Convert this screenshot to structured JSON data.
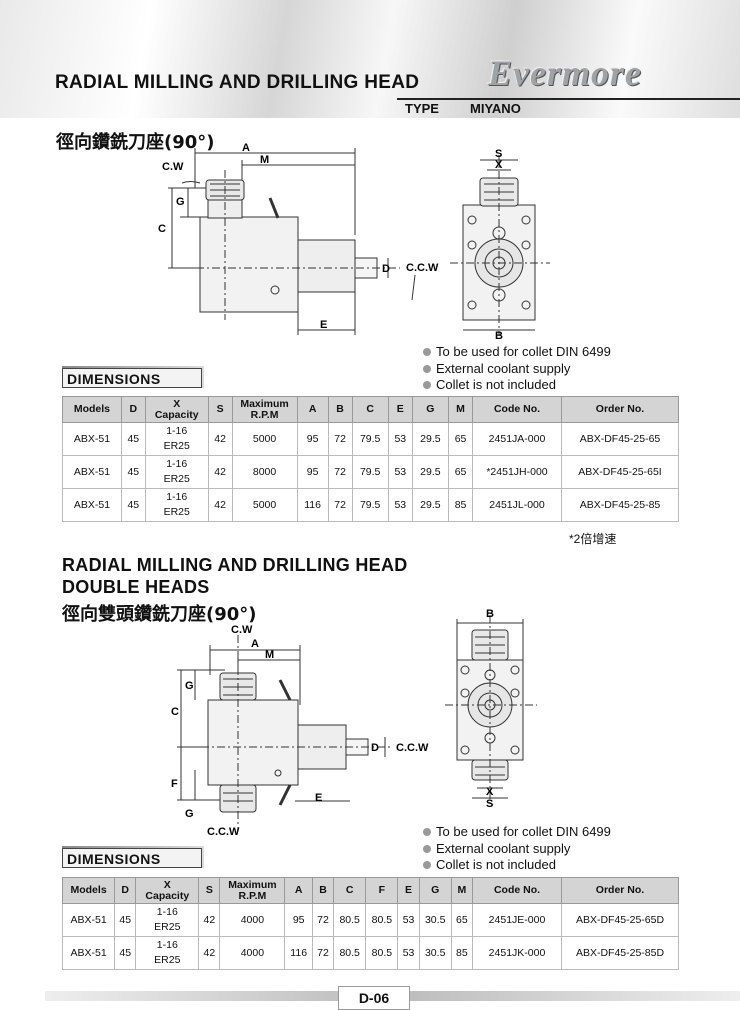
{
  "header": {
    "title": "RADIAL MILLING AND DRILLING HEAD",
    "type_label": "TYPE",
    "type_value": "MIYANO",
    "logo": "Evermore"
  },
  "section1": {
    "cn_title": "徑向鑽銑刀座(90°)",
    "diagram_labels": {
      "A": "A",
      "M": "M",
      "S": "S",
      "X": "X",
      "C": "C",
      "G": "G",
      "D": "D",
      "E": "E",
      "B": "B",
      "cw": "C.W",
      "ccw": "C.C.W"
    },
    "dimensions_label": "DIMENSIONS",
    "bullets": [
      "To be used for collet DIN 6499",
      "External coolant supply",
      "Collet is not included"
    ],
    "table": {
      "headers": [
        "Models",
        "D",
        "X Capacity",
        "S",
        "Maximum R.P.M",
        "A",
        "B",
        "C",
        "E",
        "G",
        "M",
        "Code No.",
        "Order No."
      ],
      "rows": [
        [
          "ABX-51",
          "45",
          "1-16 ER25",
          "42",
          "5000",
          "95",
          "72",
          "79.5",
          "53",
          "29.5",
          "65",
          "2451JA-000",
          "ABX-DF45-25-65"
        ],
        [
          "ABX-51",
          "45",
          "1-16 ER25",
          "42",
          "8000",
          "95",
          "72",
          "79.5",
          "53",
          "29.5",
          "65",
          "*2451JH-000",
          "ABX-DF45-25-65I"
        ],
        [
          "ABX-51",
          "45",
          "1-16 ER25",
          "42",
          "5000",
          "116",
          "72",
          "79.5",
          "53",
          "29.5",
          "85",
          "2451JL-000",
          "ABX-DF45-25-85"
        ]
      ]
    },
    "note": "*2倍增速"
  },
  "section2": {
    "title_line1": "RADIAL MILLING AND DRILLING HEAD",
    "title_line2": "DOUBLE HEADS",
    "cn_title": "徑向雙頭鑽銑刀座(90°)",
    "diagram_labels": {
      "A": "A",
      "M": "M",
      "S": "S",
      "X": "X",
      "C": "C",
      "G": "G",
      "F": "F",
      "D": "D",
      "E": "E",
      "B": "B",
      "cw": "C.W",
      "ccw": "C.C.W"
    },
    "dimensions_label": "DIMENSIONS",
    "bullets": [
      "To be used for collet DIN 6499",
      "External coolant supply",
      "Collet is not included"
    ],
    "table": {
      "headers": [
        "Models",
        "D",
        "X Capacity",
        "S",
        "Maximum R.P.M",
        "A",
        "B",
        "C",
        "F",
        "E",
        "G",
        "M",
        "Code No.",
        "Order No."
      ],
      "rows": [
        [
          "ABX-51",
          "45",
          "1-16 ER25",
          "42",
          "4000",
          "95",
          "72",
          "80.5",
          "80.5",
          "53",
          "30.5",
          "65",
          "2451JE-000",
          "ABX-DF45-25-65D"
        ],
        [
          "ABX-51",
          "45",
          "1-16 ER25",
          "42",
          "4000",
          "116",
          "72",
          "80.5",
          "80.5",
          "53",
          "30.5",
          "85",
          "2451JK-000",
          "ABX-DF45-25-85D"
        ]
      ]
    }
  },
  "footer": {
    "page": "D-06"
  }
}
